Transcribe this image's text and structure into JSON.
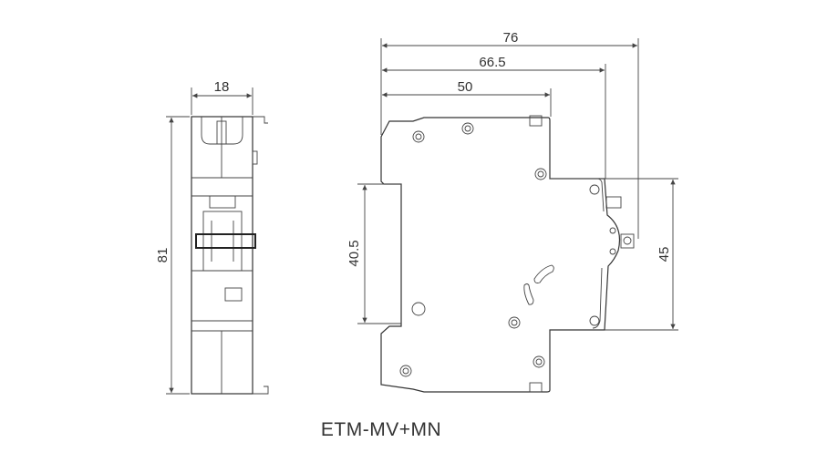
{
  "title": "ETM-MV+MN",
  "side_view": {
    "width_label": "18",
    "height_label": "81"
  },
  "front_view": {
    "overall_width_label": "76",
    "mid_width_label": "66.5",
    "body_width_label": "50",
    "rail_height_label": "40.5",
    "front_height_label": "45"
  },
  "colors": {
    "line": "#333333",
    "background": "#ffffff"
  }
}
